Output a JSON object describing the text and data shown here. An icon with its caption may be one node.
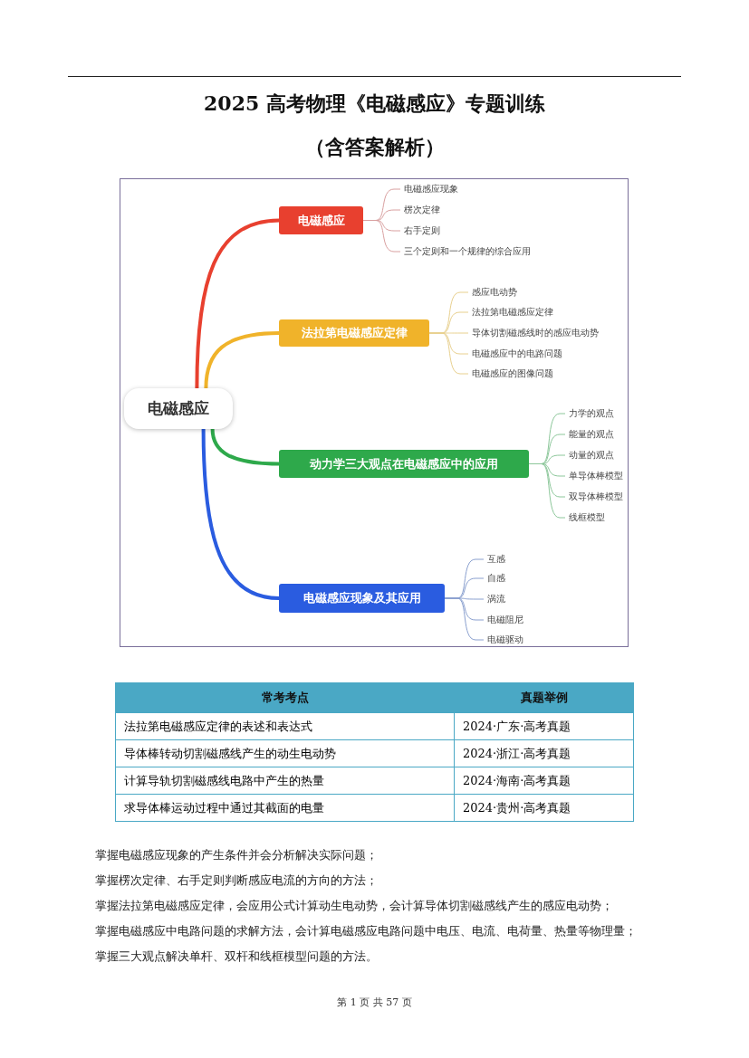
{
  "diagram": {
    "title": "2025 高考物理《电磁感应》专题训练",
    "nodes": [
      {
        "text": [
          "电磁感应"
        ]
      },
      {
        "text": [
          "电磁感应"
        ]
      },
      {
        "text": [
          "电磁感应现象"
        ]
      },
      {
        "text": [
          "楞次定律"
        ]
      },
      {
        "text": [
          "右手定则"
        ]
      },
      {
        "text": [
          "三个定则和一个规律的综合应用"
        ]
      },
      {
        "text": [
          "法拉第电磁感应定律"
        ]
      },
      {
        "text": [
          "感应电动势"
        ]
      },
      {
        "text": [
          "法拉第电磁感应定律"
        ]
      },
      {
        "text": [
          "导体切割磁感线时的感应电动势"
        ]
      },
      {
        "text": [
          "电磁感应中的电路问题"
        ]
      },
      {
        "text": [
          "电磁感应的图像问题"
        ]
      },
      {
        "text": [
          "动力学三大观点在电磁感应中的应用"
        ]
      },
      {
        "text": [
          "力学的观点"
        ]
      },
      {
        "text": [
          "能量的观点"
        ]
      },
      {
        "text": [
          "动量的观点"
        ]
      },
      {
        "text": [
          "单导体棒模型"
        ]
      },
      {
        "text": [
          "双导体棒模型"
        ]
      },
      {
        "text": [
          "线框模型"
        ]
      },
      {
        "text": [
          "电磁感应现象及其应用"
        ]
      },
      {
        "text": [
          "互感"
        ]
      },
      {
        "text": [
          "自感"
        ]
      },
      {
        "text": [
          "涡流"
        ]
      },
      {
        "text": [
          "电磁阻尼"
        ]
      },
      {
        "text": [
          "电磁驱动"
        ]
      }
    ],
    "edges": [
      {
        "from": 0,
        "to": 1,
        "arrow": "none",
        "style": "thick",
        "color": "#e8402f"
      },
      {
        "from": 1,
        "to": 2,
        "arrow": "none",
        "color": "#d9a0a0"
      },
      {
        "from": 1,
        "to": 3,
        "arrow": "none",
        "color": "#d9a0a0"
      },
      {
        "from": 1,
        "to": 4,
        "arrow": "none",
        "color": "#d9a0a0"
      },
      {
        "from": 1,
        "to": 5,
        "arrow": "none",
        "color": "#d9a0a0"
      },
      {
        "from": 0,
        "to": 6,
        "arrow": "none",
        "style": "thick",
        "color": "#f0b32a"
      },
      {
        "from": 6,
        "to": 7,
        "arrow": "none",
        "color": "#e8d08e"
      },
      {
        "from": 6,
        "to": 8,
        "arrow": "none",
        "color": "#e8d08e"
      },
      {
        "from": 6,
        "to": 9,
        "arrow": "none",
        "color": "#e8d08e"
      },
      {
        "from": 6,
        "to": 10,
        "arrow": "none",
        "color": "#e8d08e"
      },
      {
        "from": 6,
        "to": 11,
        "arrow": "none",
        "color": "#e8d08e"
      },
      {
        "from": 0,
        "to": 12,
        "arrow": "none",
        "style": "thick",
        "color": "#2ea94b"
      },
      {
        "from": 12,
        "to": 13,
        "arrow": "none",
        "color": "#8cc79a"
      },
      {
        "from": 12,
        "to": 14,
        "arrow": "none",
        "color": "#8cc79a"
      },
      {
        "from": 12,
        "to": 15,
        "arrow": "none",
        "color": "#8cc79a"
      },
      {
        "from": 12,
        "to": 16,
        "arrow": "none",
        "color": "#8cc79a"
      },
      {
        "from": 12,
        "to": 17,
        "arrow": "none",
        "color": "#8cc79a"
      },
      {
        "from": 12,
        "to": 18,
        "arrow": "none",
        "color": "#8cc79a"
      },
      {
        "from": 0,
        "to": 19,
        "arrow": "none",
        "style": "thick",
        "color": "#2a5ce0"
      },
      {
        "from": 19,
        "to": 20,
        "arrow": "none",
        "color": "#8aa0cf"
      },
      {
        "from": 19,
        "to": 21,
        "arrow": "none",
        "color": "#8aa0cf"
      },
      {
        "from": 19,
        "to": 22,
        "arrow": "none",
        "color": "#8aa0cf"
      },
      {
        "from": 19,
        "to": 23,
        "arrow": "none",
        "color": "#8aa0cf"
      },
      {
        "from": 19,
        "to": 24,
        "arrow": "none",
        "color": "#8aa0cf"
      }
    ],
    "labels": [
      "（含答案解析）",
      "常考考点",
      "真题举例",
      "法拉第电磁感应定律的表述和表达式",
      "2024·广东·高考真题",
      "导体棒转动切割磁感线产生的动生电动势",
      "2024·浙江·高考真题",
      "计算导轨切割磁感线电路中产生的热量",
      "2024·海南·高考真题",
      "求导体棒运动过程中通过其截面的电量",
      "2024·贵州·高考真题",
      "掌握电磁感应现象的产生条件并会分析解决实际问题；",
      "掌握楞次定律、右手定则判断感应电流的方向的方法；",
      "掌握法拉第电磁感应定律，会应用公式计算动生电动势，会计算导体切割磁感线产生的感应电动势；",
      "掌握电磁感应中电路问题的求解方法，会计算电磁感应电路问题中电压、电流、电荷量、热量等物理量；",
      "掌握三大观点解决单杆、双杆和线框模型问题的方法。",
      "第 1 页 共 57 页"
    ]
  }
}
